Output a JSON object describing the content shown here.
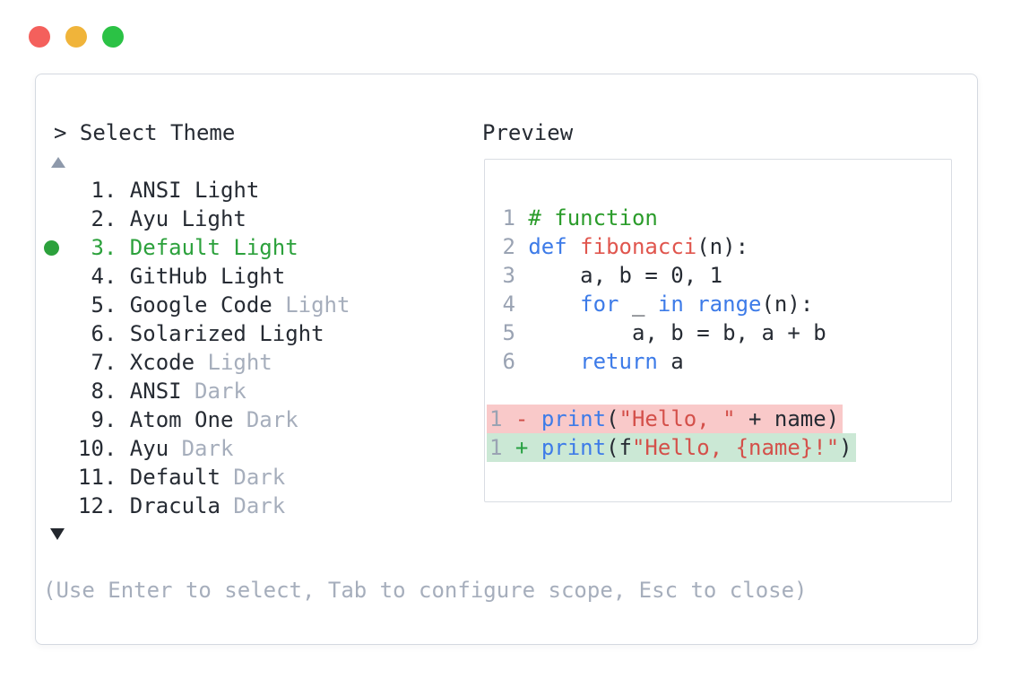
{
  "window": {
    "controls": [
      {
        "name": "close",
        "color_key": "traffic_red"
      },
      {
        "name": "minimize",
        "color_key": "traffic_yellow"
      },
      {
        "name": "maximize",
        "color_key": "traffic_green"
      }
    ]
  },
  "palette": {
    "prompt": "> Select Theme",
    "items": [
      {
        "num": "1",
        "main": "ANSI Light",
        "dim": "",
        "selected": false
      },
      {
        "num": "2",
        "main": "Ayu Light",
        "dim": "",
        "selected": false
      },
      {
        "num": "3",
        "main": "Default Light",
        "dim": "",
        "selected": true
      },
      {
        "num": "4",
        "main": "GitHub Light",
        "dim": "",
        "selected": false
      },
      {
        "num": "5",
        "main": "Google Code",
        "dim": "Light",
        "selected": false
      },
      {
        "num": "6",
        "main": "Solarized Light",
        "dim": "",
        "selected": false
      },
      {
        "num": "7",
        "main": "Xcode",
        "dim": "Light",
        "selected": false
      },
      {
        "num": "8",
        "main": "ANSI",
        "dim": "Dark",
        "selected": false
      },
      {
        "num": "9",
        "main": "Atom One",
        "dim": "Dark",
        "selected": false
      },
      {
        "num": "10",
        "main": "Ayu",
        "dim": "Dark",
        "selected": false
      },
      {
        "num": "11",
        "main": "Default",
        "dim": "Dark",
        "selected": false
      },
      {
        "num": "12",
        "main": "Dracula",
        "dim": "Dark",
        "selected": false
      }
    ],
    "help": "(Use Enter to select, Tab to configure scope, Esc to close)"
  },
  "preview": {
    "label": "Preview",
    "lines": [
      {
        "type": "code",
        "segments": [
          {
            "t": " 1",
            "c": "num"
          },
          {
            "t": " ",
            "c": "plain"
          },
          {
            "t": "# function",
            "c": "comment"
          }
        ]
      },
      {
        "type": "code",
        "segments": [
          {
            "t": " 2",
            "c": "num"
          },
          {
            "t": " ",
            "c": "plain"
          },
          {
            "t": "def",
            "c": "kw"
          },
          {
            "t": " ",
            "c": "plain"
          },
          {
            "t": "fibonacci",
            "c": "fn"
          },
          {
            "t": "(n):",
            "c": "plain"
          }
        ]
      },
      {
        "type": "code",
        "segments": [
          {
            "t": " 3",
            "c": "num"
          },
          {
            "t": "     a, b = 0, 1",
            "c": "plain"
          }
        ]
      },
      {
        "type": "code",
        "segments": [
          {
            "t": " 4",
            "c": "num"
          },
          {
            "t": "     ",
            "c": "plain"
          },
          {
            "t": "for",
            "c": "kw"
          },
          {
            "t": " _ ",
            "c": "plain"
          },
          {
            "t": "in",
            "c": "kw"
          },
          {
            "t": " ",
            "c": "plain"
          },
          {
            "t": "range",
            "c": "kw"
          },
          {
            "t": "(n):",
            "c": "plain"
          }
        ]
      },
      {
        "type": "code",
        "segments": [
          {
            "t": " 5",
            "c": "num"
          },
          {
            "t": "         a, b = b, a + b",
            "c": "plain"
          }
        ]
      },
      {
        "type": "code",
        "segments": [
          {
            "t": " 6",
            "c": "num"
          },
          {
            "t": "     ",
            "c": "plain"
          },
          {
            "t": "return",
            "c": "kw"
          },
          {
            "t": " a",
            "c": "plain"
          }
        ]
      },
      {
        "type": "blank",
        "segments": []
      },
      {
        "type": "del",
        "segments": [
          {
            "t": "1",
            "c": "num"
          },
          {
            "t": " ",
            "c": "plain"
          },
          {
            "t": "-",
            "c": "minus"
          },
          {
            "t": " ",
            "c": "plain"
          },
          {
            "t": "print",
            "c": "kw"
          },
          {
            "t": "(",
            "c": "plain"
          },
          {
            "t": "\"Hello, \"",
            "c": "str"
          },
          {
            "t": " + name)",
            "c": "plain"
          }
        ]
      },
      {
        "type": "add",
        "segments": [
          {
            "t": "1",
            "c": "num"
          },
          {
            "t": " ",
            "c": "plain"
          },
          {
            "t": "+",
            "c": "plus"
          },
          {
            "t": " ",
            "c": "plain"
          },
          {
            "t": "print",
            "c": "kw"
          },
          {
            "t": "(f",
            "c": "plain"
          },
          {
            "t": "\"Hello, {name}!\"",
            "c": "str"
          },
          {
            "t": ")",
            "c": "plain"
          }
        ]
      }
    ]
  },
  "icons": {
    "close_button": "red-circle",
    "minimize_button": "yellow-circle",
    "maximize_button": "green-circle",
    "scroll_up": "triangle-up",
    "scroll_down": "triangle-down",
    "selected_marker": "green-dot"
  },
  "colors": {
    "text": "#262b33",
    "dim": "#a6aebc",
    "line_number": "#9aa3b3",
    "selected_green": "#2ca13c",
    "keyword_blue": "#3d7be8",
    "function_red": "#e0564e",
    "string_red": "#d4504a",
    "comment_green": "#2b9c2b",
    "diff_minus": "#cf4e48",
    "diff_plus": "#27a042",
    "diff_del_bg": "#f9c9c9",
    "diff_add_bg": "#cbe8d5",
    "panel_border": "#d4d9e0",
    "preview_border": "#d9dde3",
    "traffic_red": "#f4605c",
    "traffic_yellow": "#f0b43a",
    "traffic_green": "#2bc245",
    "scroll_up_gray": "#8e99ab",
    "scroll_down_dark": "#23272e"
  }
}
